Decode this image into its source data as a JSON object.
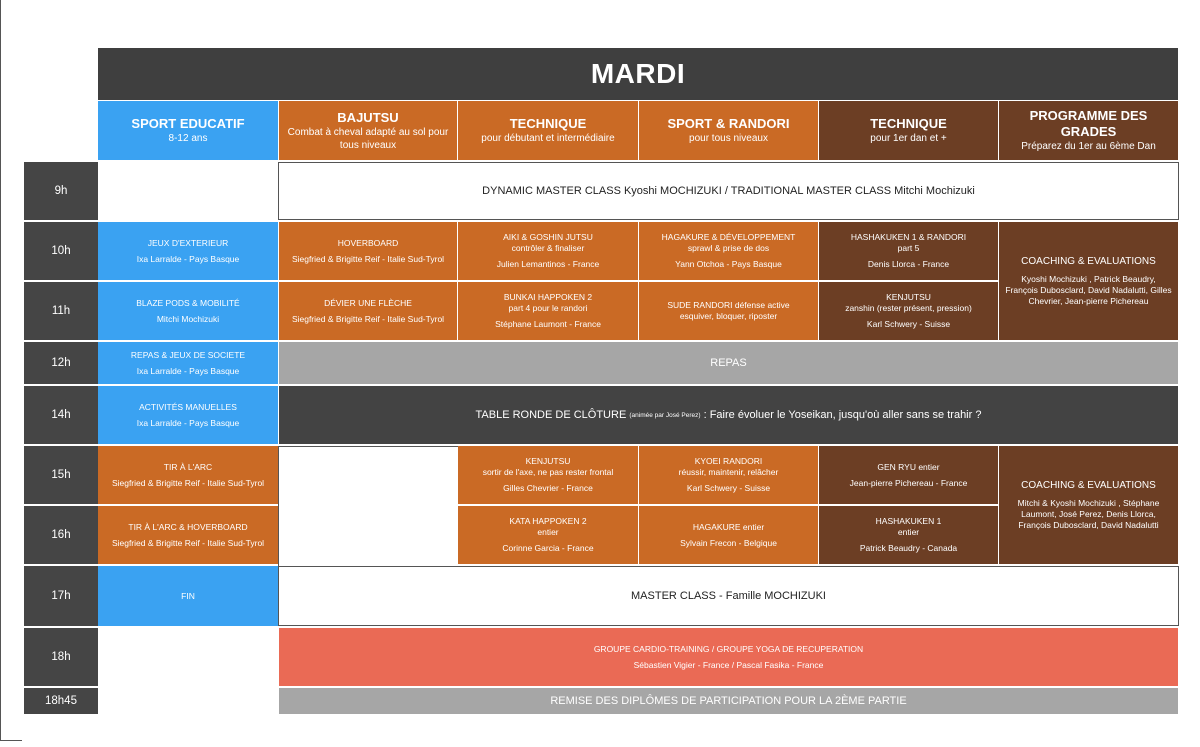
{
  "day": "MARDI",
  "headers": [
    {
      "title": "SPORT EDUCATIF",
      "sub": "8-12 ans"
    },
    {
      "title": "BAJUTSU",
      "sub": "Combat à cheval adapté au sol pour tous niveaux"
    },
    {
      "title": "TECHNIQUE",
      "sub": "pour débutant et intermédiaire"
    },
    {
      "title": "SPORT & RANDORI",
      "sub": "pour tous niveaux"
    },
    {
      "title": "TECHNIQUE",
      "sub": "pour 1er dan et +"
    },
    {
      "title": "PROGRAMME DES GRADES",
      "sub": "Préparez du 1er au 6ème Dan"
    }
  ],
  "times": [
    "9h",
    "10h",
    "11h",
    "12h",
    "14h",
    "15h",
    "16h",
    "17h",
    "18h",
    "18h45"
  ],
  "rows": {
    "r9": {
      "wide": "DYNAMIC MASTER CLASS Kyoshi MOCHIZUKI / TRADITIONAL MASTER CLASS Mitchi Mochizuki"
    },
    "r10": {
      "sport": {
        "t": "JEUX D'EXTERIEUR",
        "p": "Ixa Larralde - Pays Basque"
      },
      "bajutsu": {
        "t": "HOVERBOARD",
        "p": "Siegfried & Brigitte Reif - Italie Sud-Tyrol"
      },
      "tech": {
        "t": "AIKI & GOSHIN JUTSU",
        "s": "contrôler & finaliser",
        "p": "Julien Lemantinos - France"
      },
      "randori": {
        "t": "HAGAKURE & DÉVELOPPEMENT",
        "s": "sprawl & prise de dos",
        "p": "Yann Otchoa - Pays Basque"
      },
      "tech2": {
        "t": "HASHAKUKEN 1 & RANDORI",
        "s": "part 5",
        "p": "Denis Llorca - France"
      }
    },
    "r11": {
      "sport": {
        "t": "BLAZE PODS & MOBILITÉ",
        "p": "Mitchi Mochizuki"
      },
      "bajutsu": {
        "t": "DÉVIER UNE FLÈCHE",
        "p": "Siegfried & Brigitte Reif - Italie Sud-Tyrol"
      },
      "tech": {
        "t": "BUNKAI HAPPOKEN 2",
        "s": "part 4 pour le randori",
        "p": "Stéphane Laumont - France"
      },
      "randori": {
        "t": "SUDE RANDORI défense active",
        "s": "esquiver, bloquer, riposter"
      },
      "tech2": {
        "t": "KENJUTSU",
        "s": "zanshin (rester présent, pression)",
        "p": "Karl Schwery - Suisse"
      }
    },
    "coach1": {
      "t": "COACHING & EVALUATIONS",
      "p": "Kyoshi Mochizuki , Patrick Beaudry, François Dubosclard, David Nadalutti, Gilles Chevrier, Jean-pierre Pichereau"
    },
    "r12": {
      "sport": {
        "t": "REPAS & JEUX DE SOCIETE",
        "p": "Ixa Larralde - Pays Basque"
      },
      "wide": "REPAS"
    },
    "r14": {
      "sport": {
        "t": "ACTIVITÉS MANUELLES",
        "p": "Ixa Larralde - Pays Basque"
      },
      "wide_a": "TABLE RONDE DE CLÔTURE",
      "wide_b": "(animée par José Perez)",
      "wide_c": ": Faire évoluer le Yoseikan, jusqu'où aller sans se trahir ?"
    },
    "r15": {
      "sport": {
        "t": "TIR À L'ARC",
        "p": "Siegfried & Brigitte Reif - Italie Sud-Tyrol"
      },
      "tech": {
        "t": "KENJUTSU",
        "s": "sortir de l'axe, ne pas rester frontal",
        "p": "Gilles Chevrier - France"
      },
      "randori": {
        "t": "KYOEI RANDORI",
        "s": "réussir, maintenir, relâcher",
        "p": "Karl Schwery - Suisse"
      },
      "tech2": {
        "t": "GEN RYU entier",
        "p": "Jean-pierre Pichereau - France"
      }
    },
    "r16": {
      "sport": {
        "t": "TIR À L'ARC & HOVERBOARD",
        "p": "Siegfried & Brigitte Reif - Italie Sud-Tyrol"
      },
      "tech": {
        "t": "KATA HAPPOKEN 2",
        "s": "entier",
        "p": "Corinne Garcia - France"
      },
      "randori": {
        "t": "HAGAKURE entier",
        "p": "Sylvain Frecon - Belgique"
      },
      "tech2": {
        "t": "HASHAKUKEN 1",
        "s": "entier",
        "p": "Patrick Beaudry - Canada"
      }
    },
    "coach2": {
      "t": "COACHING & EVALUATIONS",
      "p": "Mitchi & Kyoshi Mochizuki , Stéphane Laumont, José Perez, Denis Llorca, François Dubosclard, David Nadalutti"
    },
    "r17": {
      "sport": "FIN",
      "wide": "MASTER CLASS - Famille MOCHIZUKI"
    },
    "r18": {
      "t": "GROUPE CARDIO-TRAINING / GROUPE YOGA DE RECUPERATION",
      "p": "Sébastien Vigier - France / Pascal Fasika - France"
    },
    "r1845": {
      "wide": "REMISE DES DIPLÔMES DE PARTICIPATION POUR LA 2ÈME PARTIE"
    }
  },
  "colors": {
    "blue": "#3aa2f2",
    "orange": "#ca6a25",
    "brown": "#6c3e24",
    "grey": "#a6a6a6",
    "dark": "#434343",
    "red": "#ea6a55"
  }
}
